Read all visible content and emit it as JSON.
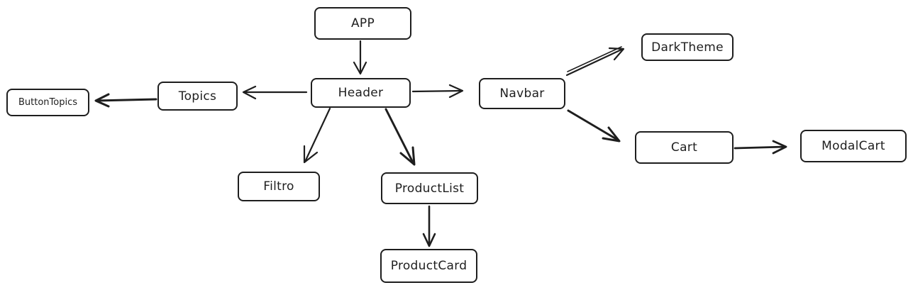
{
  "diagram": {
    "nodes": {
      "app": "APP",
      "header": "Header",
      "topics": "Topics",
      "button_topics": "ButtonTopics",
      "navbar": "Navbar",
      "dark_theme": "DarkTheme",
      "cart": "Cart",
      "modal_cart": "ModalCart",
      "filtro": "Filtro",
      "product_list": "ProductList",
      "product_card": "ProductCard"
    },
    "edges": [
      {
        "from": "APP",
        "to": "Header"
      },
      {
        "from": "Header",
        "to": "Topics"
      },
      {
        "from": "Topics",
        "to": "ButtonTopics"
      },
      {
        "from": "Header",
        "to": "Navbar"
      },
      {
        "from": "Header",
        "to": "Filtro"
      },
      {
        "from": "Header",
        "to": "ProductList"
      },
      {
        "from": "ProductList",
        "to": "ProductCard"
      },
      {
        "from": "Navbar",
        "to": "DarkTheme"
      },
      {
        "from": "Navbar",
        "to": "Cart"
      },
      {
        "from": "Cart",
        "to": "ModalCart"
      }
    ],
    "colors": {
      "stroke": "#1e1e1e",
      "background": "#ffffff"
    }
  }
}
